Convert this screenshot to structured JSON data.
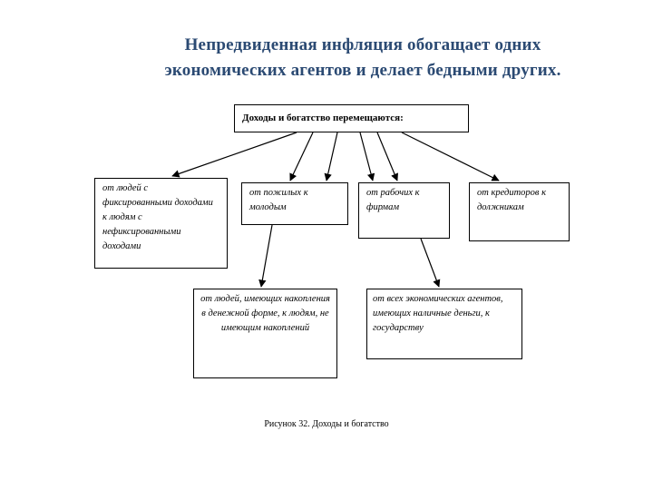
{
  "title": {
    "line1": "Непредвиденная инфляция обогащает одних",
    "line2": "экономических агентов и делает бедными других."
  },
  "root_box": "Доходы и богатство перемещаются:",
  "boxes": [
    "от людей с фиксированными доходами к людям с нефиксированными доходами",
    "от пожилых к молодым",
    "от рабочих к фирмам",
    "от кредиторов к должникам",
    "от людей, имеющих накопления в денежной форме, к людям, не имеющим накоплений",
    "от всех экономических агентов, имеющих наличные деньги, к государству"
  ],
  "caption": "Рисунок 32. Доходы и богатство"
}
